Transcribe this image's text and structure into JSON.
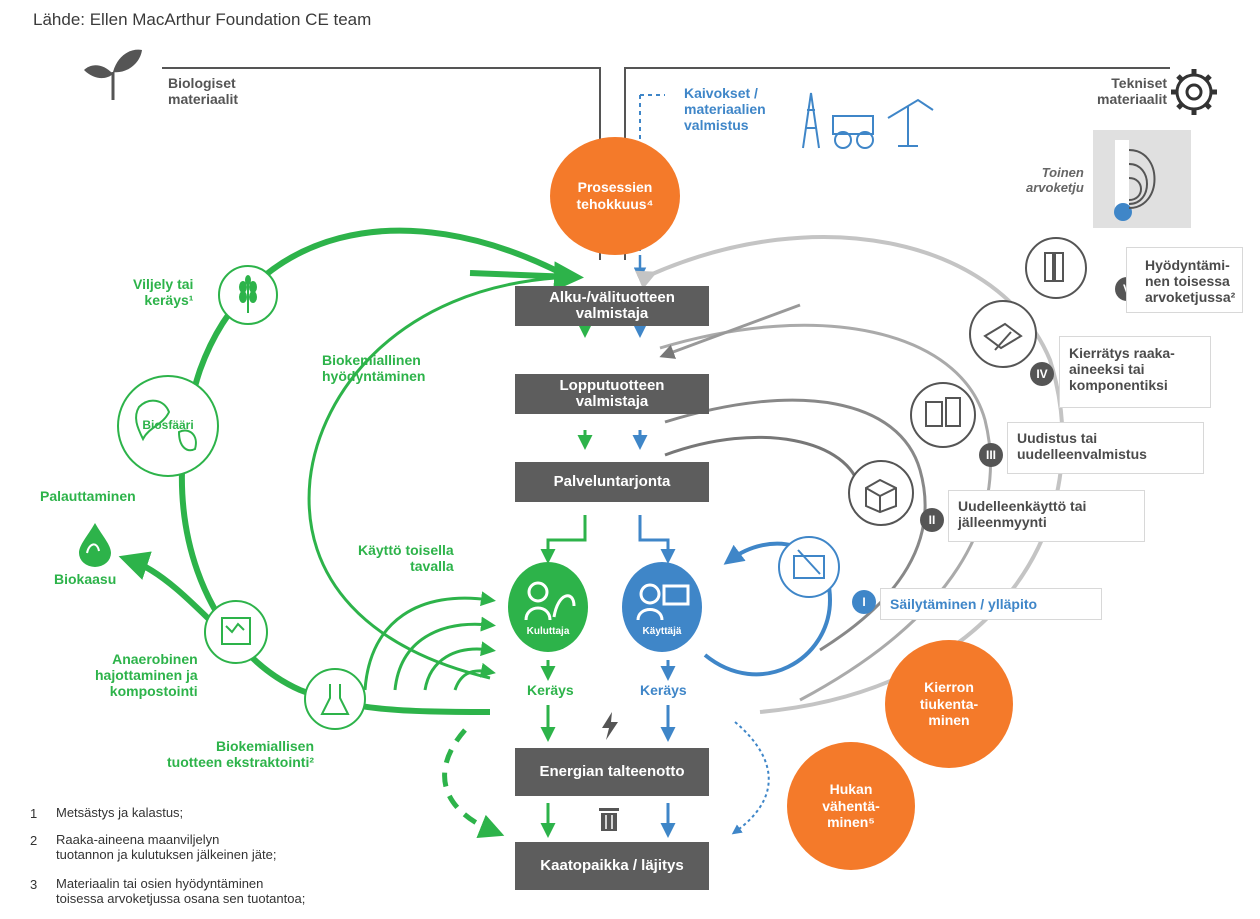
{
  "source": "Lähde: Ellen MacArthur Foundation CE team",
  "headers": {
    "bio": [
      "Biologiset",
      "materiaalit"
    ],
    "tech": [
      "Tekniset",
      "materiaalit"
    ],
    "mining": [
      "Kaivokset /",
      "materiaalien",
      "valmistus"
    ]
  },
  "orange": {
    "process": [
      "Prosessien",
      "tehokkuus⁴"
    ],
    "tighten": [
      "Kierron",
      "tiukenta-",
      "minen"
    ],
    "waste": [
      "Hukan",
      "vähentä-",
      "minen⁵"
    ]
  },
  "boxes": {
    "b1": [
      "Alku-/välituotteen",
      "valmistaja"
    ],
    "b2": [
      "Lopputuotteen",
      "valmistaja"
    ],
    "b3": [
      "Palveluntarjonta"
    ],
    "b4": [
      "Energian talteenotto"
    ],
    "b5": [
      "Kaatopaikka / läjitys"
    ]
  },
  "second_chain": [
    "Toinen",
    "arvoketju"
  ],
  "tech_loops": [
    {
      "numeral": "V",
      "text": [
        "Hyödyntämi-",
        "nen toisessa",
        "arvoketjussa²"
      ]
    },
    {
      "numeral": "IV",
      "text": [
        "Kierrätys raaka-",
        "aineeksi tai",
        "komponentiksi"
      ]
    },
    {
      "numeral": "III",
      "text": [
        "Uudistus tai",
        "uudelleenvalmistus"
      ]
    },
    {
      "numeral": "II",
      "text": [
        "Uudelleenkäyttö tai",
        "jälleenmyynti"
      ]
    },
    {
      "numeral": "I",
      "text": [
        "Säilytäminen / ylläpito"
      ]
    }
  ],
  "bio_labels": {
    "cultivation": [
      "Viljely tai",
      "keräys¹"
    ],
    "biosphere": "Biosfääri",
    "biochem": [
      "Biokemiallinen",
      "hyödyntäminen"
    ],
    "restore": "Palauttaminen",
    "biogas": "Biokaasu",
    "anaerobic": [
      "Anaerobinen",
      "hajottaminen ja",
      "kompostointi"
    ],
    "extraction": [
      "Biokemiallisen",
      "tuotteen ekstraktointi²"
    ],
    "cascade": [
      "Käyttö toisella",
      "tavalla"
    ]
  },
  "consumer": "Kuluttaja",
  "user": "Käyttäjä",
  "collect_green": "Keräys",
  "collect_blue": "Keräys",
  "footnotes": [
    {
      "n": "1",
      "text": [
        "Metsästys ja kalastus;"
      ]
    },
    {
      "n": "2",
      "text": [
        "Raaka-aineena maanviljelyn",
        "tuotannon ja kulutuksen jälkeinen jäte;"
      ]
    },
    {
      "n": "3",
      "text": [
        "Materiaalin tai osien hyödyntäminen",
        "toisessa arvoketjussa osana sen tuotantoa;"
      ]
    }
  ],
  "colors": {
    "green": "#2db34a",
    "blue": "#3f86c8",
    "grey": "#5d5d5d",
    "orange": "#f47a2a",
    "light_grey": "#c4c4c4"
  },
  "icons": [
    "plant-icon",
    "gear-icon",
    "oil-rig-icon",
    "mining-truck-icon",
    "wheat-icon",
    "globe-icon",
    "droplet-icon",
    "compost-icon",
    "flask-icon",
    "consumer-icon",
    "user-icon",
    "tv-icon",
    "box-icon",
    "computer-icon",
    "recycle-icon",
    "battery-icon",
    "lightning-icon",
    "trash-icon"
  ]
}
